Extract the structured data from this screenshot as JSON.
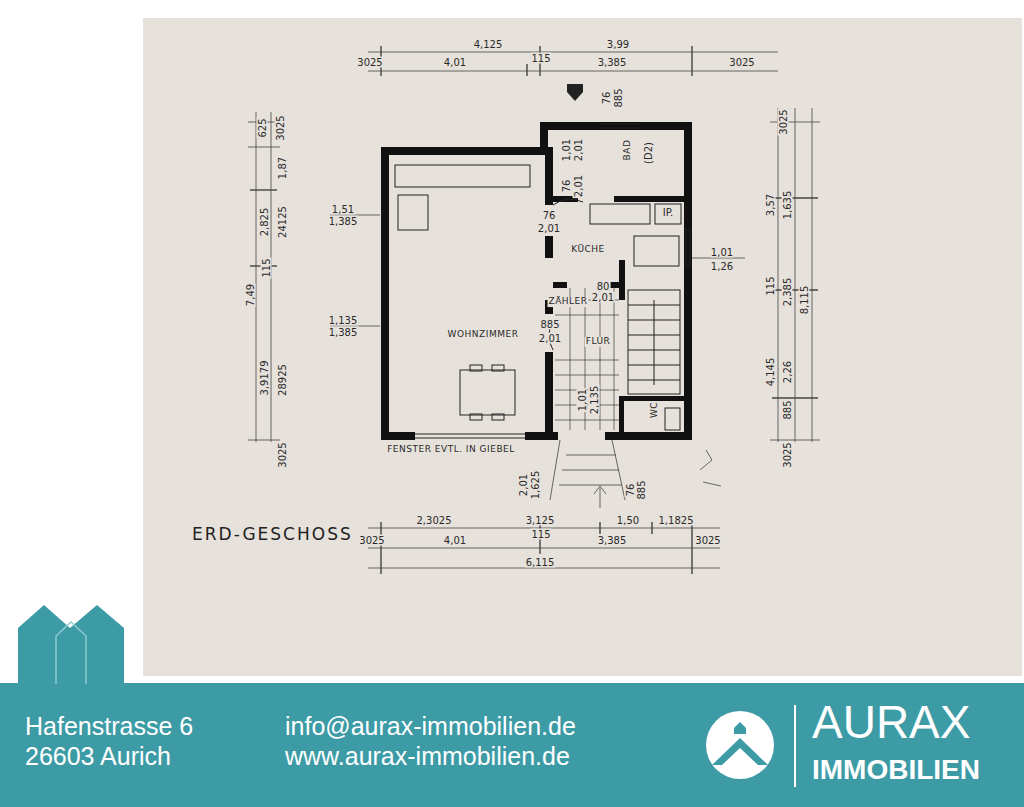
{
  "diagram": {
    "title": "ERD-GESCHOSS",
    "nodes": [
      {
        "text": [
          "Hafenstrasse 6 26603 Aurich",
          "info@aurax-immobilien.de www.aurax-immobilien.de",
          "AURAX",
          "IMMOBILIEN"
        ]
      }
    ],
    "labels": [
      "4,125",
      "3,99",
      "3025",
      "4,01",
      "115",
      "3,385",
      "3025",
      "76",
      "885",
      "3025",
      "3,57",
      "1,635",
      "2,385",
      "8,115",
      "115",
      "4,145",
      "2,26",
      "885",
      "3025",
      "625",
      "3025",
      "1,87",
      "2,825",
      "24125",
      "7,49",
      "115",
      "3,9179",
      "28925",
      "3025",
      "1,51",
      "1,385",
      "1,135",
      "1,385",
      "76",
      "2,01",
      "1,01",
      "2,01",
      "76",
      "2,01",
      "BAD",
      "(D2)",
      "IP.",
      "KÜCHE",
      "1,01",
      "1,26",
      "ZÄHLER",
      "80",
      "2,01",
      "WOHNZIMMER",
      "885",
      "2,01",
      "FLUR",
      "1,01",
      "2,135",
      "WC",
      "FENSTER EVTL. IN GIEBEL",
      "2,01",
      "1,625",
      "76",
      "885",
      "2,3025",
      "3,125",
      "1,50",
      "1,1825",
      "3025",
      "4,01",
      "115",
      "3,385",
      "3025",
      "6,115"
    ]
  }
}
